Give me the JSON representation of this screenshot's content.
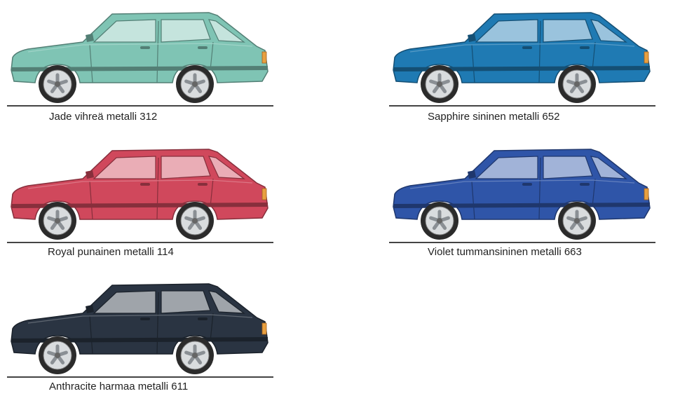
{
  "cars": [
    {
      "caption": "Jade vihreä metalli 312",
      "color": "#7fc4b4"
    },
    {
      "caption": "Sapphire sininen metalli 652",
      "color": "#1f7ab3"
    },
    {
      "caption": "Royal punainen metalli 114",
      "color": "#d0485c"
    },
    {
      "caption": "Violet tummansininen metalli 663",
      "color": "#2f55a8"
    },
    {
      "caption": "Anthracite harmaa metalli 611",
      "color": "#2a3442"
    }
  ]
}
